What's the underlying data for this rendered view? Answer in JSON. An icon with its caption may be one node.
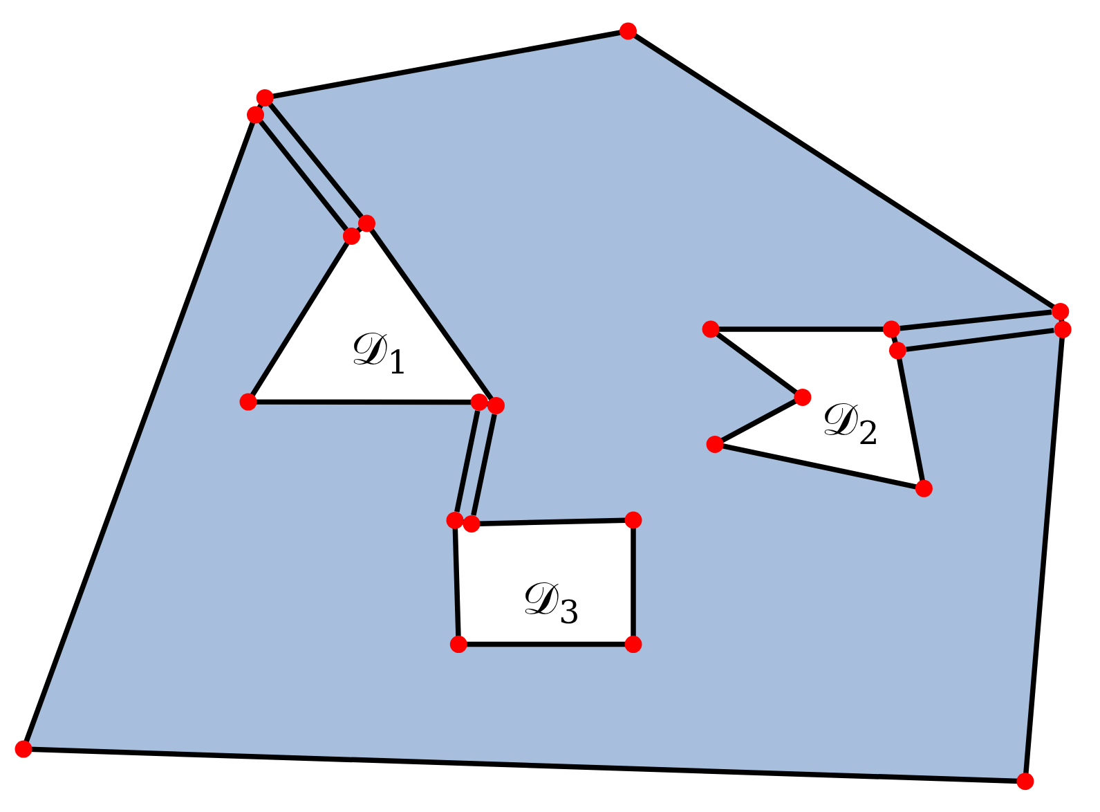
{
  "diagram": {
    "nodes": [
      {
        "text": [],
        "shape": "polygon"
      },
      {
        "text": [
          "𝒟$_{1}$"
        ],
        "in": 0
      },
      {
        "text": [
          "𝒟$_{2}$"
        ],
        "in": 0
      },
      {
        "text": [
          "𝒟$_{3}$"
        ],
        "in": 0
      }
    ],
    "edges": [
      {
        "from": 0,
        "to": 1,
        "arrow": "none"
      },
      {
        "from": 0,
        "to": 1,
        "arrow": "none"
      },
      {
        "from": 1,
        "to": 3,
        "arrow": "none"
      },
      {
        "from": 1,
        "to": 3,
        "arrow": "none"
      },
      {
        "from": 0,
        "to": 2,
        "arrow": "none"
      },
      {
        "from": 0,
        "to": 2,
        "arrow": "none"
      }
    ]
  }
}
